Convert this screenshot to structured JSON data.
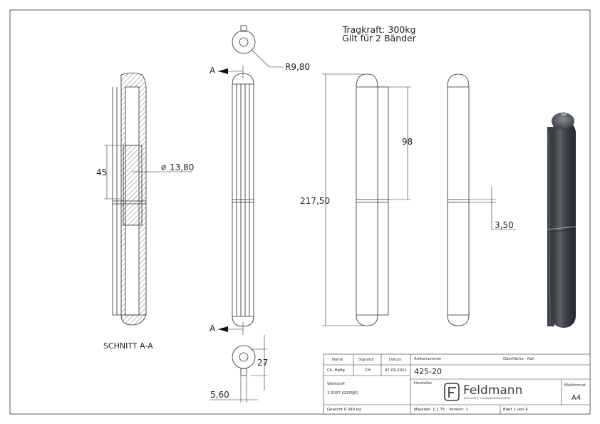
{
  "notes": {
    "line1": "Tragkraft: 300kg",
    "line2": "Gilt für 2 Bänder"
  },
  "section_label": "SCHNITT A-A",
  "view_markers": {
    "a_top": "A",
    "a_bottom": "A"
  },
  "dimensions": {
    "radius": "R9,80",
    "diameter": "13,80",
    "height_45": "45",
    "overall_length": "217,50",
    "upper_length": "98",
    "gap": "3,50",
    "pin_offset": "27",
    "pin_width": "5,60"
  },
  "title_block": {
    "headers": {
      "name": "Name",
      "signatur": "Signatur",
      "datum": "Datum"
    },
    "row": {
      "name": "Ch. Häfig",
      "signatur": "CH",
      "datum": "07.09.2021"
    },
    "artikelnummer_label": "Artikelnummer",
    "artikelnummer": "425-20",
    "oberflaeche_label": "Oberfläche:",
    "oberflaeche": "Roh",
    "werkstoff_label": "Werkstoff:",
    "werkstoff": "1.0037 (S235JR)",
    "hersteller_label": "Hersteller",
    "brand_name": "Feldmann",
    "brand_tagline": "EDELSTAHL GELÄNDERBAUSYSTEME",
    "blattformat_label": "Blattformat",
    "blattformat": "A4",
    "gewicht": "Gewicht 0.390 kg",
    "massstab": "Masstab: 1:1.75",
    "version": "Version: 1",
    "blatt": "Blatt 1 von 4"
  },
  "colors": {
    "line": "#2a2a2a",
    "hatch": "#555555",
    "render_dark": "#4a4d52",
    "brand": "#3b3f45"
  }
}
